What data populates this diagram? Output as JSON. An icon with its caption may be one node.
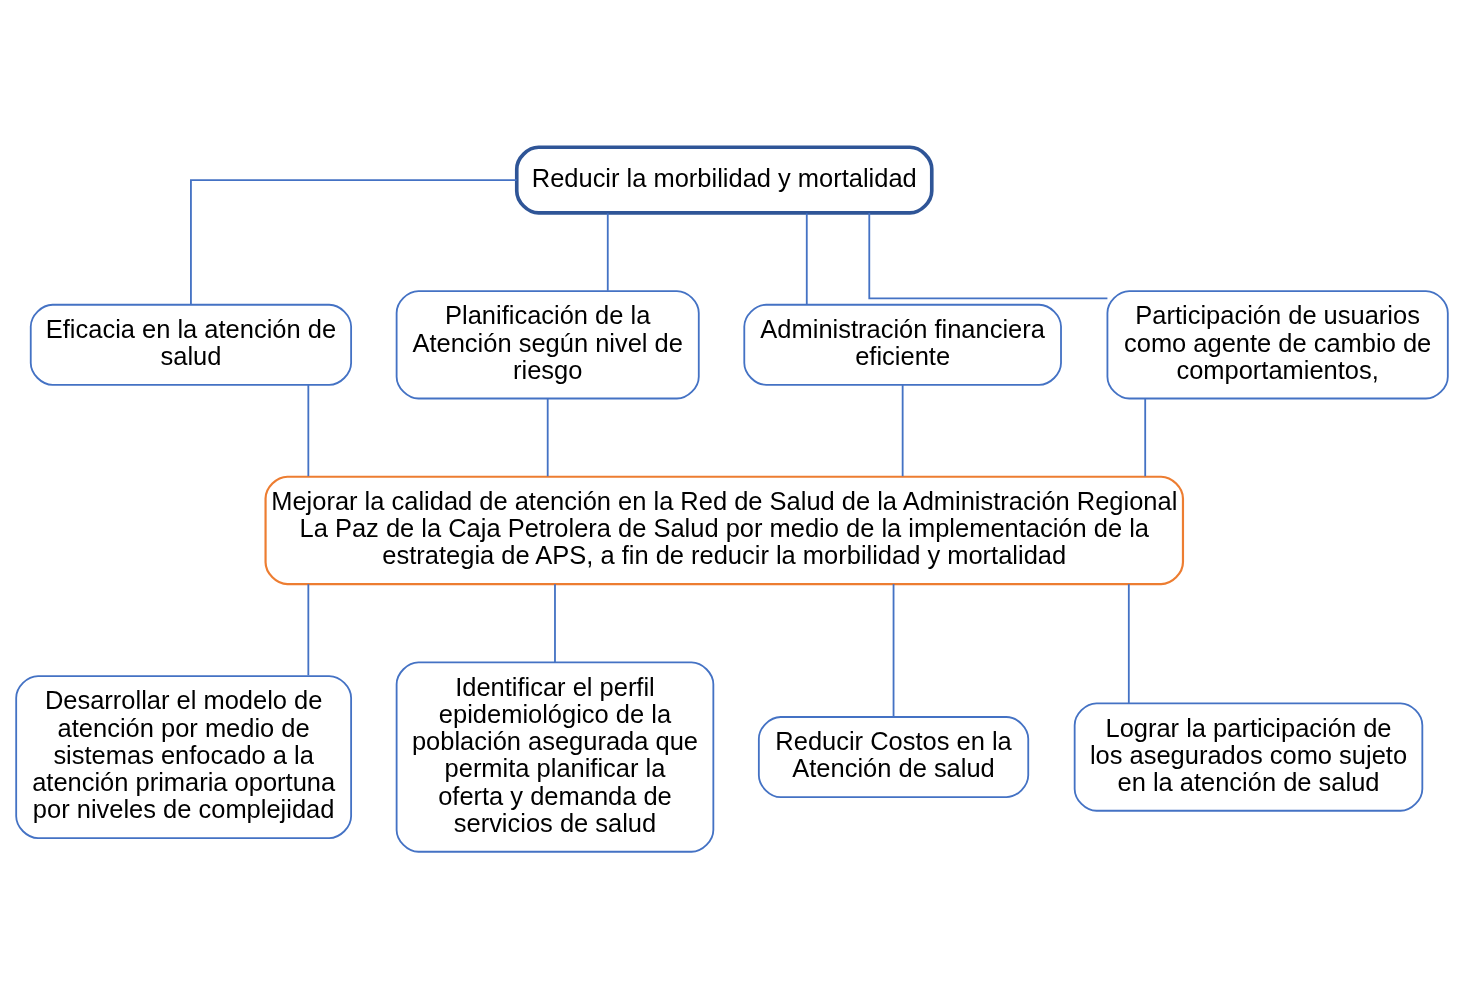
{
  "diagram": {
    "nodes": [
      {
        "text": [
          "Reducir la morbilidad y mortalidad"
        ]
      },
      {
        "text": [
          "Eficacia en la atención de salud"
        ]
      },
      {
        "text": [
          "Planificación de la Atención según nivel de riesgo"
        ]
      },
      {
        "text": [
          "Administración financiera eficiente"
        ]
      },
      {
        "text": [
          "Participación de usuarios como agente de cambio de comportamientos,"
        ]
      },
      {
        "text": [
          "Mejorar la calidad de atención en la Red de Salud de la Administración Regional La Paz de la Caja Petrolera de Salud por medio de la implementación de la estrategia de APS, a fin de reducir la morbilidad y mortalidad"
        ]
      },
      {
        "text": [
          "Desarrollar el modelo de atención por medio de sistemas enfocado a la atención primaria oportuna por niveles de complejidad"
        ]
      },
      {
        "text": [
          "Identificar el perfil epidemiológico de la población asegurada que permita planificar la oferta y demanda de servicios de salud"
        ]
      },
      {
        "text": [
          "Reducir Costos en la Atención de salud"
        ]
      },
      {
        "text": [
          "Lograr la participación de los asegurados como sujeto en la atención de salud"
        ]
      }
    ],
    "edges": [
      {
        "from": 0,
        "to": 1,
        "arrow": "none"
      },
      {
        "from": 0,
        "to": 2,
        "arrow": "none"
      },
      {
        "from": 0,
        "to": 3,
        "arrow": "none"
      },
      {
        "from": 0,
        "to": 4,
        "arrow": "none"
      },
      {
        "from": 1,
        "to": 5,
        "arrow": "none"
      },
      {
        "from": 2,
        "to": 5,
        "arrow": "none"
      },
      {
        "from": 3,
        "to": 5,
        "arrow": "none"
      },
      {
        "from": 4,
        "to": 5,
        "arrow": "none"
      },
      {
        "from": 5,
        "to": 6,
        "arrow": "none"
      },
      {
        "from": 5,
        "to": 7,
        "arrow": "none"
      },
      {
        "from": 5,
        "to": 8,
        "arrow": "none"
      },
      {
        "from": 5,
        "to": 9,
        "arrow": "none"
      }
    ]
  }
}
